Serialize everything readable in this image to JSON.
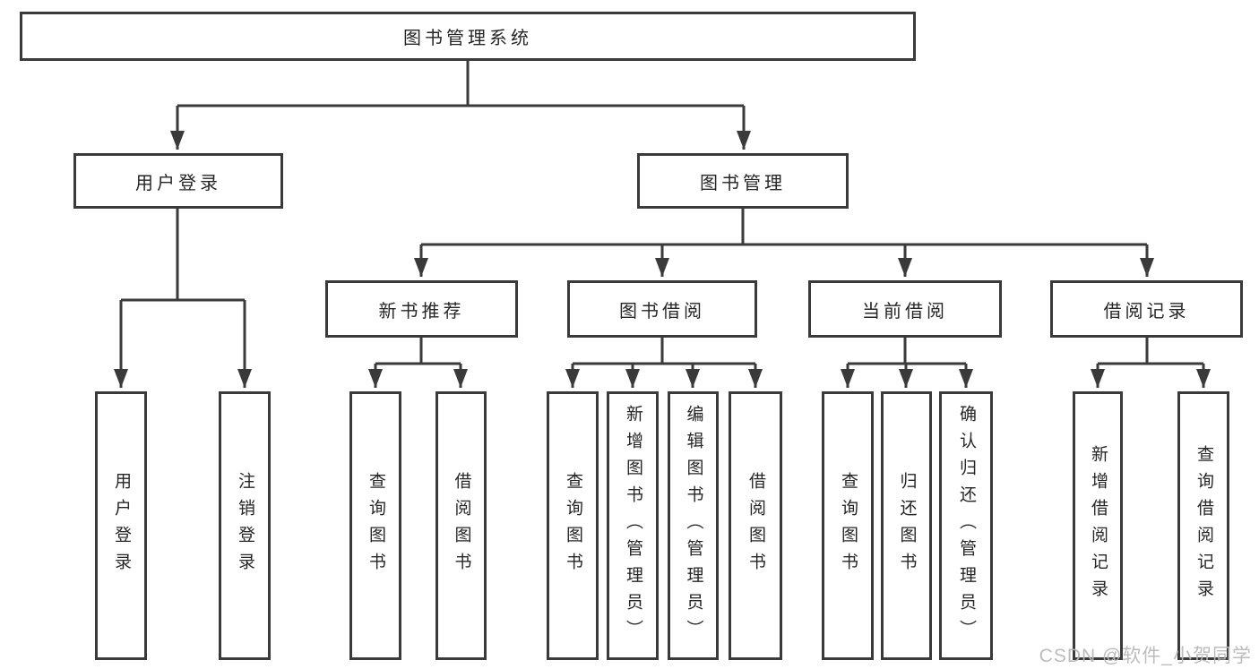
{
  "diagram": {
    "root": {
      "label": "图书管理系统"
    },
    "level2": [
      {
        "label": "用户登录"
      },
      {
        "label": "图书管理"
      }
    ],
    "level3": [
      {
        "label": "新书推荐"
      },
      {
        "label": "图书借阅"
      },
      {
        "label": "当前借阅"
      },
      {
        "label": "借阅记录"
      }
    ],
    "leaves": [
      {
        "label": "用户登录"
      },
      {
        "label": "注销登录"
      },
      {
        "label": "查询图书"
      },
      {
        "label": "借阅图书"
      },
      {
        "label": "查询图书"
      },
      {
        "label": "新增图书（管理员）"
      },
      {
        "label": "编辑图书（管理员）"
      },
      {
        "label": "借阅图书"
      },
      {
        "label": "查询图书"
      },
      {
        "label": "归还图书"
      },
      {
        "label": "确认归还（管理员）"
      },
      {
        "label": "新增借阅记录"
      },
      {
        "label": "查询借阅记录"
      }
    ]
  },
  "watermark": {
    "text": "CSDN @软件_小贺同学"
  },
  "colors": {
    "line": "#3a3a3a",
    "text": "#262626",
    "box_fill": "#ffffff",
    "background": "#ffffff",
    "watermark": "#b9b9b9"
  }
}
